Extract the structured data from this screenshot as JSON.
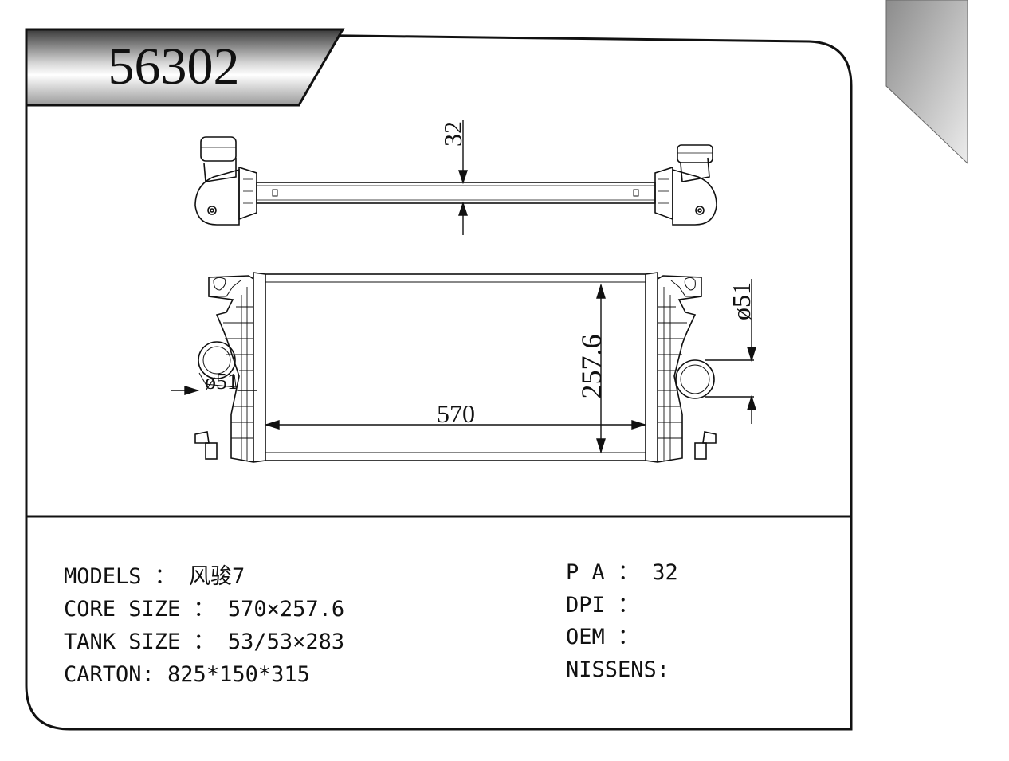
{
  "part_number": "56302",
  "dimensions": {
    "tube_thickness": "32",
    "core_height": "257.6",
    "core_width": "570",
    "outlet_diameter": "ø51",
    "inlet_diameter": "ø51"
  },
  "specs_left": [
    {
      "label": "MODELS ： ",
      "value": "风骏7"
    },
    {
      "label": "CORE SIZE ： ",
      "value": "570×257.6"
    },
    {
      "label": "TANK SIZE ： ",
      "value": "53/53×283"
    },
    {
      "label": "CARTON: ",
      "value": "825*150*315"
    }
  ],
  "specs_right": [
    {
      "label": "P A ： ",
      "value": "32"
    },
    {
      "label": "DPI ：",
      "value": ""
    },
    {
      "label": "OEM ：",
      "value": ""
    },
    {
      "label": "NISSENS:",
      "value": ""
    }
  ]
}
